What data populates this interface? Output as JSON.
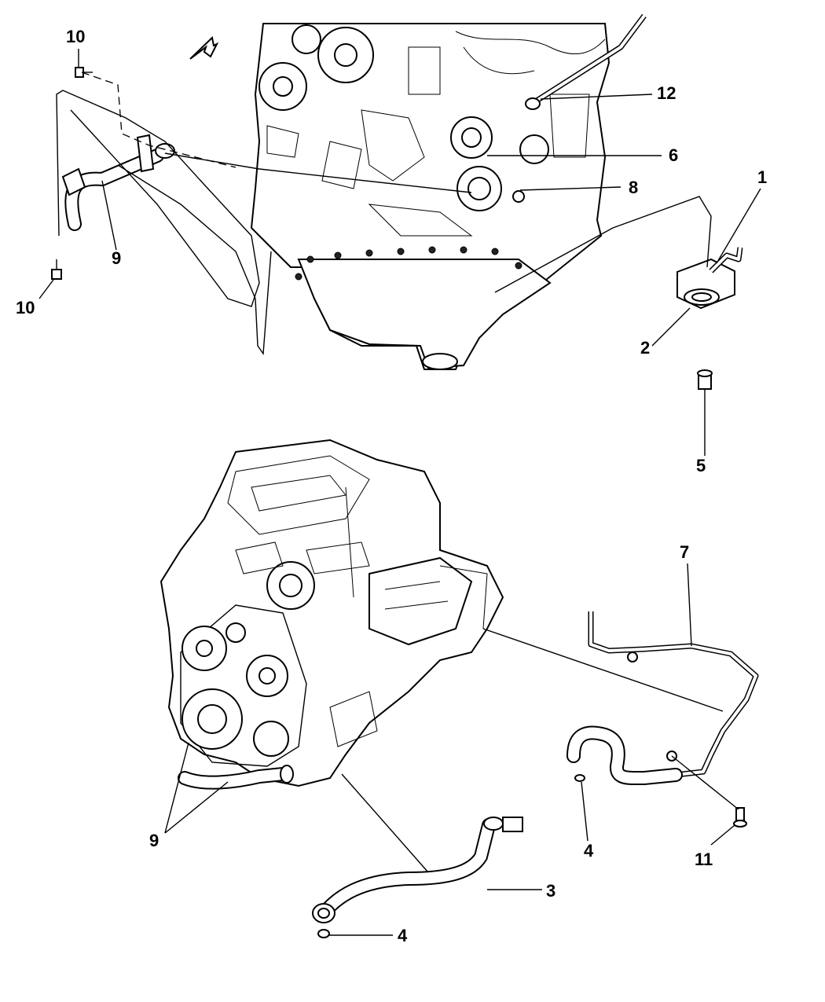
{
  "callouts": {
    "c1": "1",
    "c2": "2",
    "c3": "3",
    "c4a": "4",
    "c4b": "4",
    "c5": "5",
    "c6": "6",
    "c7": "7",
    "c8": "8",
    "c9a": "9",
    "c9b": "9",
    "c10a": "10",
    "c10b": "10",
    "c11": "11",
    "c12": "12"
  },
  "icons": {
    "orientation_arrow": "forward-arrow-icon"
  }
}
